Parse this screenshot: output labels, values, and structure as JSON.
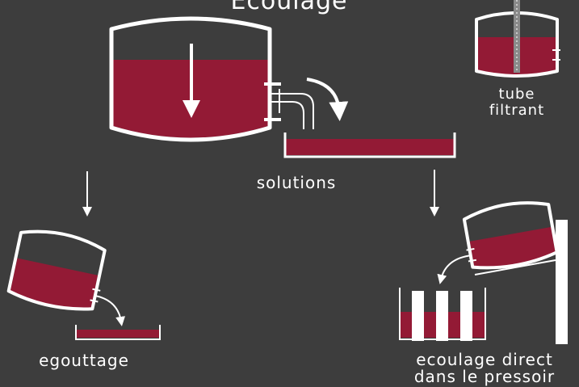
{
  "title": "Ecoulage",
  "labels": {
    "solutions": "solutions",
    "tube": "tube",
    "filtrant": "filtrant",
    "egouttage": "egouttage",
    "direct_line1": "ecoulage direct",
    "direct_line2": "dans le pressoir"
  },
  "colors": {
    "background": "#3d3d3d",
    "wine": "#931a35",
    "vessel": "#ffffff",
    "tube": "#8a8a8a"
  }
}
